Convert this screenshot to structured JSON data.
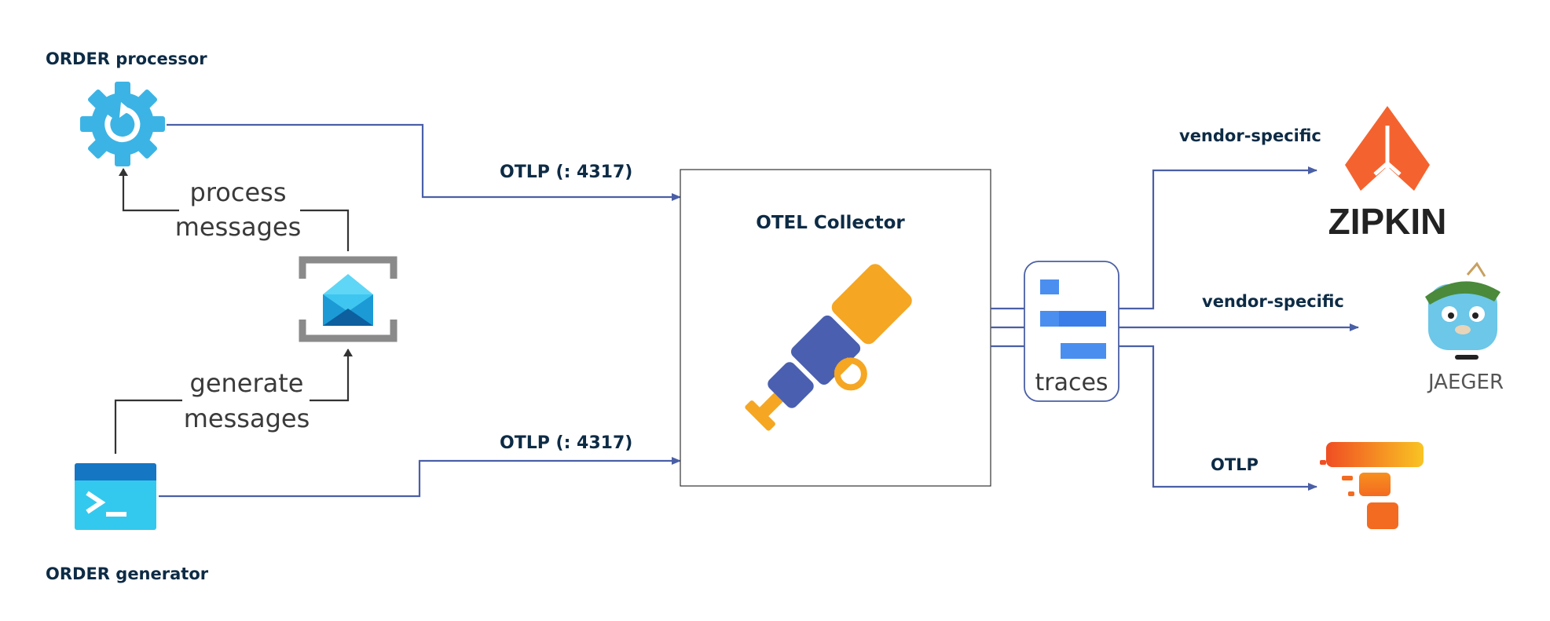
{
  "labels": {
    "processor": "ORDER processor",
    "generator": "ORDER generator",
    "process_messages_line1": "process",
    "process_messages_line2": "messages",
    "generate_messages_line1": "generate",
    "generate_messages_line2": "messages",
    "otlp_top": "OTLP (: 4317)",
    "otlp_bottom": "OTLP (: 4317)",
    "collector": "OTEL Collector",
    "traces": "traces",
    "vendor_specific_1": "vendor-specific",
    "vendor_specific_2": "vendor-specific",
    "otlp_out": "OTLP",
    "zipkin": "ZIPKIN",
    "jaeger": "JAEGER"
  },
  "colors": {
    "line_blue": "#4a5fa6",
    "line_dark": "#333333",
    "label_navy": "#0d2b45",
    "gear": "#3bb4e5",
    "zipkin_orange": "#f4632f",
    "telescope_yellow": "#f5a623",
    "telescope_blue": "#4a5fb0",
    "traces_blue": "#4a8ef0",
    "tempo_orange": "#f36b21",
    "tempo_yellow": "#f9c423",
    "gopher_blue": "#6cc7e8"
  },
  "icons": [
    "gear-icon",
    "terminal-icon",
    "message-queue-icon",
    "telescope-icon",
    "traces-icon",
    "zipkin-logo-icon",
    "jaeger-gopher-icon",
    "tempo-logo-icon"
  ]
}
